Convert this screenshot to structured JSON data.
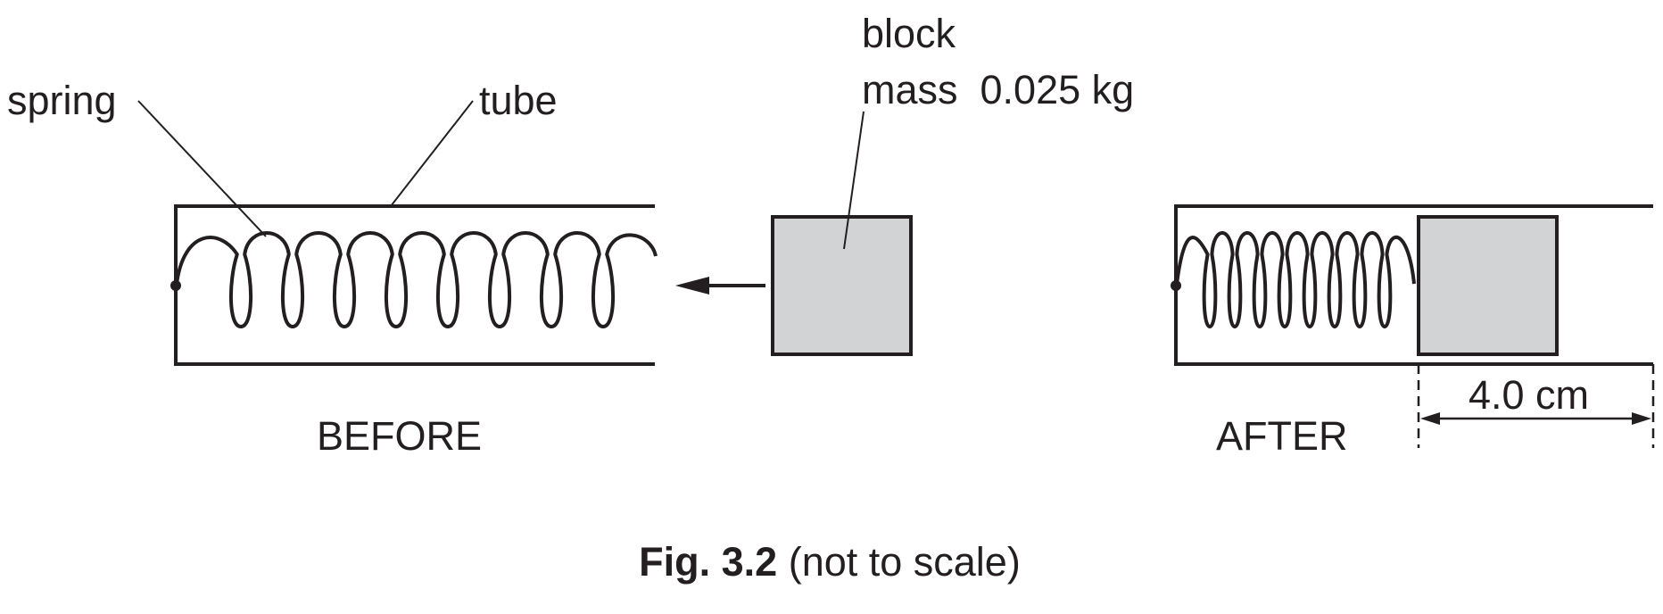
{
  "labels": {
    "spring": "spring",
    "tube": "tube",
    "block_line1": "block",
    "block_line2": "mass  0.025 kg",
    "before": "BEFORE",
    "after": "AFTER",
    "compression": "4.0 cm"
  },
  "caption": {
    "fig_number": "Fig. 3.2",
    "note": " (not to scale)"
  },
  "colors": {
    "ink": "#231f20",
    "block_fill": "#d1d3d4"
  }
}
